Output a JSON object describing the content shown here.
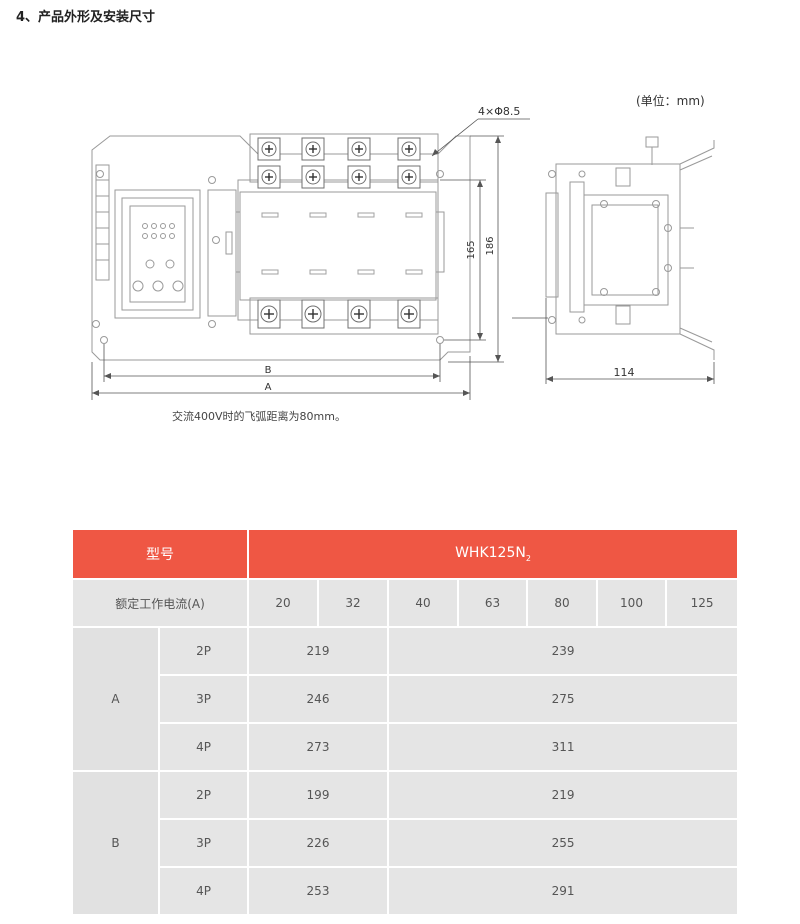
{
  "section_title": "4、产品外形及安装尺寸",
  "unit_label": "(单位：mm)",
  "drawing": {
    "hole_label": "4×Φ8.5",
    "dim_165": "165",
    "dim_186": "186",
    "dim_B": "B",
    "dim_A": "A",
    "dim_114": "114",
    "note": "交流400V时的飞弧距离为80mm。"
  },
  "table": {
    "header_model_label": "型号",
    "header_model_value": "WHK125N",
    "header_model_sub": "2",
    "current_label": "额定工作电流(A)",
    "currents": [
      "20",
      "32",
      "40",
      "63",
      "80",
      "100",
      "125"
    ],
    "groups": [
      {
        "name": "A",
        "rows": [
          {
            "pole": "2P",
            "v1": "219",
            "v2": "239"
          },
          {
            "pole": "3P",
            "v1": "246",
            "v2": "275"
          },
          {
            "pole": "4P",
            "v1": "273",
            "v2": "311"
          }
        ]
      },
      {
        "name": "B",
        "rows": [
          {
            "pole": "2P",
            "v1": "199",
            "v2": "219"
          },
          {
            "pole": "3P",
            "v1": "226",
            "v2": "255"
          },
          {
            "pole": "4P",
            "v1": "253",
            "v2": "291"
          }
        ]
      }
    ]
  }
}
